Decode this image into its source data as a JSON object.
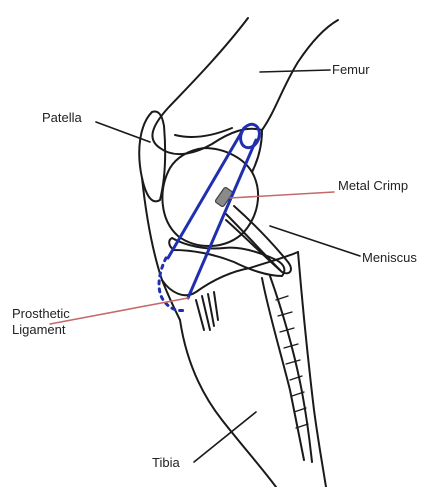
{
  "labels": {
    "femur": "Femur",
    "patella": "Patella",
    "metal_crimp": "Metal Crimp",
    "meniscus": "Meniscus",
    "prosthetic_ligament_line1": "Prosthetic",
    "prosthetic_ligament_line2": "Ligament",
    "tibia": "Tibia"
  },
  "colors": {
    "outline": "#1a1a1a",
    "ligament": "#1f2fb0",
    "callout_red": "#c46a6a",
    "crimp_fill": "#8a8a8a"
  }
}
